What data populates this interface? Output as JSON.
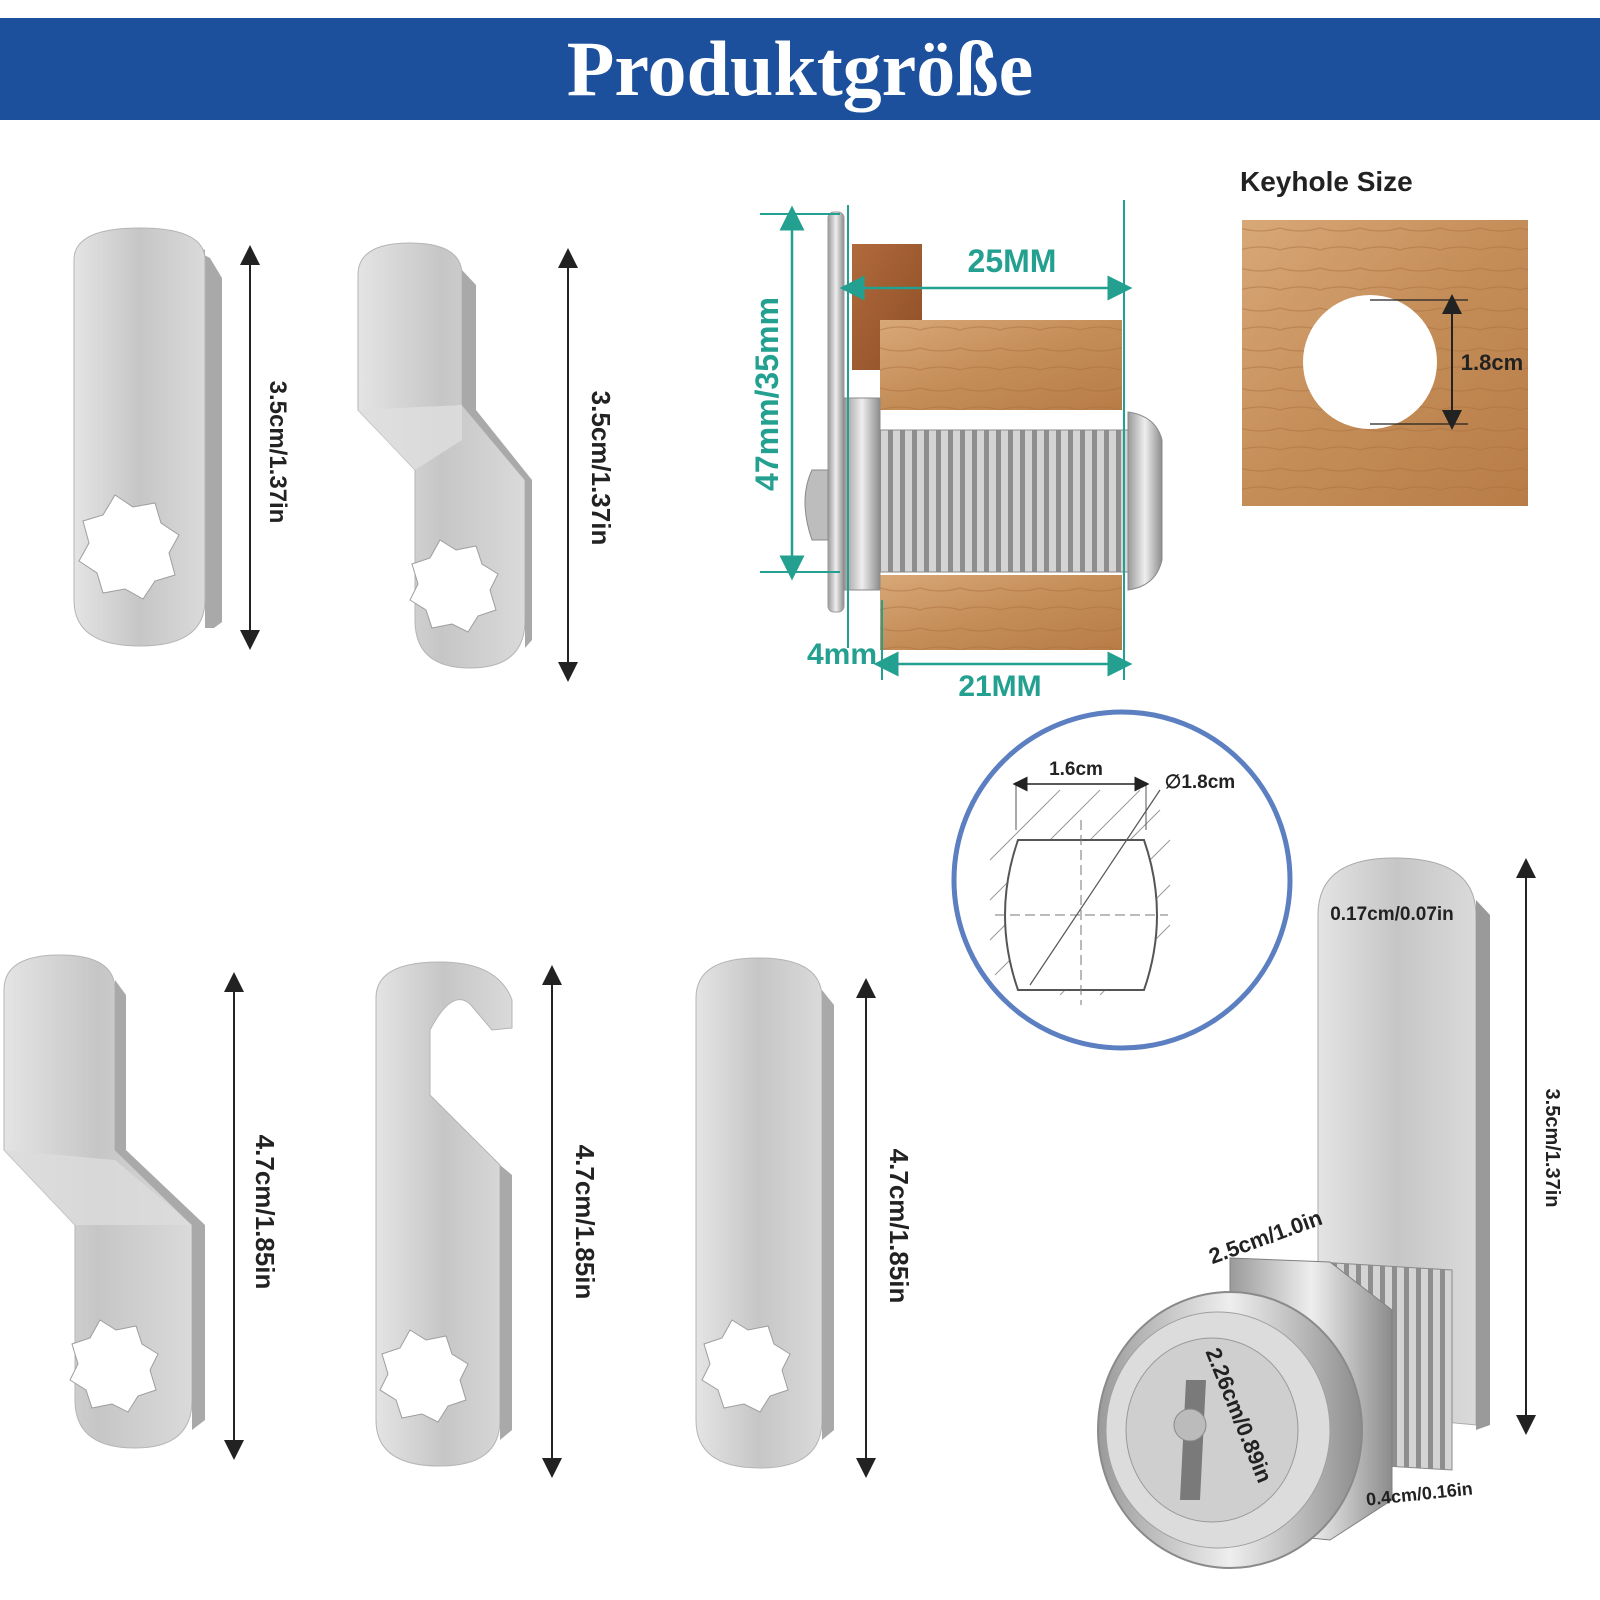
{
  "banner": {
    "title": "Produktgröße"
  },
  "colors": {
    "banner": "#1c4f9c",
    "teal": "#23a08f",
    "metal": "#c9c9c9",
    "wood": "#c89664",
    "circle": "#5b7fc0"
  },
  "cams": {
    "short_flat": "3.5cm/1.37in",
    "short_offset": "3.5cm/1.37in",
    "long_offset": "4.7cm/1.85in",
    "long_hook": "4.7cm/1.85in",
    "long_flat": "4.7cm/1.85in"
  },
  "install": {
    "width_top": "25MM",
    "height": "47mm/35mm",
    "flange": "4mm",
    "width_bottom": "21MM"
  },
  "keyhole": {
    "title": "Keyhole Size",
    "diameter": "1.8cm"
  },
  "profile": {
    "flat_width": "1.6cm",
    "diameter": "∅1.8cm"
  },
  "lock": {
    "cam_thickness": "0.17cm/0.07in",
    "cam_length": "3.5cm/1.37in",
    "head_width": "2.5cm/1.0in",
    "face_diameter": "2.26cm/0.89in",
    "washer": "0.4cm/0.16in"
  }
}
